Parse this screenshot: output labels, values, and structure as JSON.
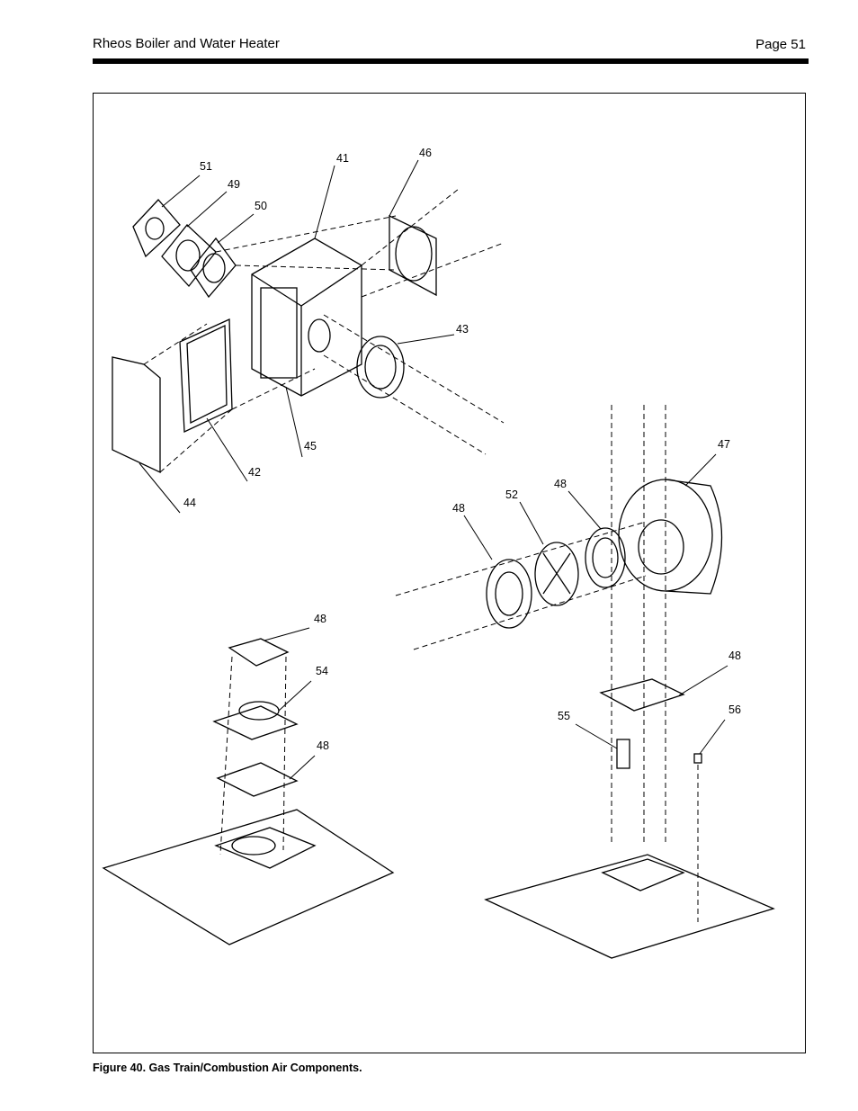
{
  "header": {
    "title": "Rheos Boiler and Water Heater",
    "page": "Page 51"
  },
  "figure": {
    "caption": "Figure 40. Gas Train/Combustion Air Components.",
    "callouts": [
      "51",
      "41",
      "46",
      "49",
      "50",
      "43",
      "45",
      "42",
      "44",
      "47",
      "52",
      "48",
      "48",
      "48",
      "54",
      "48",
      "48",
      "55",
      "56"
    ]
  }
}
